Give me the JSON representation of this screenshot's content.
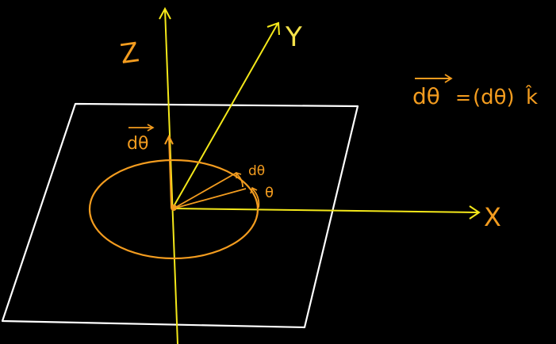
{
  "colors": {
    "background": "#000000",
    "plane": "#ffffff",
    "axis": "#f4e81a",
    "annotation": "#f39c1f"
  },
  "axes": {
    "x_label": "X",
    "y_label": "Y",
    "z_label": "Z"
  },
  "vector": {
    "label": "dθ"
  },
  "angles": {
    "theta_label": "θ",
    "dtheta_label": "dθ"
  },
  "equation": {
    "lhs": "dθ",
    "equals": "=",
    "rhs": "(dθ)",
    "unit": "k̂"
  }
}
